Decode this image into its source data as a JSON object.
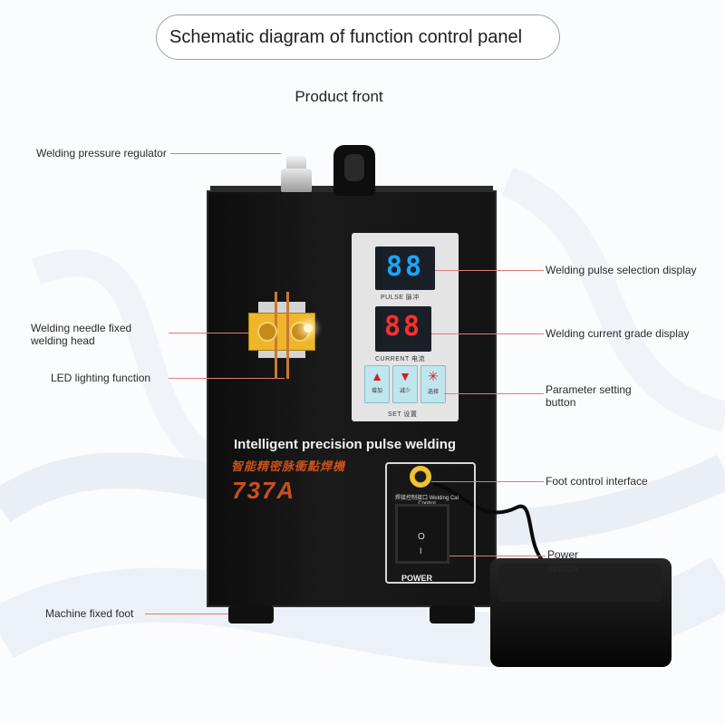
{
  "title": "Schematic diagram of function control panel",
  "subtitle": "Product front",
  "labels": {
    "pressure_regulator": "Welding pressure regulator",
    "needle_head_line1": "Welding needle fixed",
    "needle_head_line2": "welding head",
    "led_lighting": "LED lighting function",
    "machine_foot": "Machine fixed foot",
    "pulse_display": "Welding pulse selection display",
    "current_display": "Welding current grade display",
    "param_button_line1": "Parameter setting",
    "param_button_line2": "button",
    "foot_interface": "Foot control interface",
    "power_switch_line1": "Power",
    "power_switch_line2": "switch"
  },
  "panel": {
    "pulse_value": "88",
    "pulse_label": "PULSE 脉冲",
    "current_value": "88",
    "current_label": "CURRENT 电流",
    "set_label": "SET 设置",
    "buttons": [
      {
        "icon": "up-triangle-icon",
        "glyph": "▲",
        "caption": "增加"
      },
      {
        "icon": "down-triangle-icon",
        "glyph": "▼",
        "caption": "减少"
      },
      {
        "icon": "asterisk-icon",
        "glyph": "✳",
        "caption": "选择"
      }
    ]
  },
  "machine": {
    "slogan": "Intelligent precision pulse welding",
    "chinese_name": "智能精密脉衝點焊機",
    "model": "737A",
    "foot_control_label": "焊接控制接口 Welding Cal Control",
    "power_label": "POWER",
    "switch_off": "O",
    "switch_on": "I"
  },
  "colors": {
    "pulse_digits": "#19a6ff",
    "current_digits": "#ff2f2f",
    "leader_line": "#e07a7a",
    "model_text": "#c8501e"
  }
}
